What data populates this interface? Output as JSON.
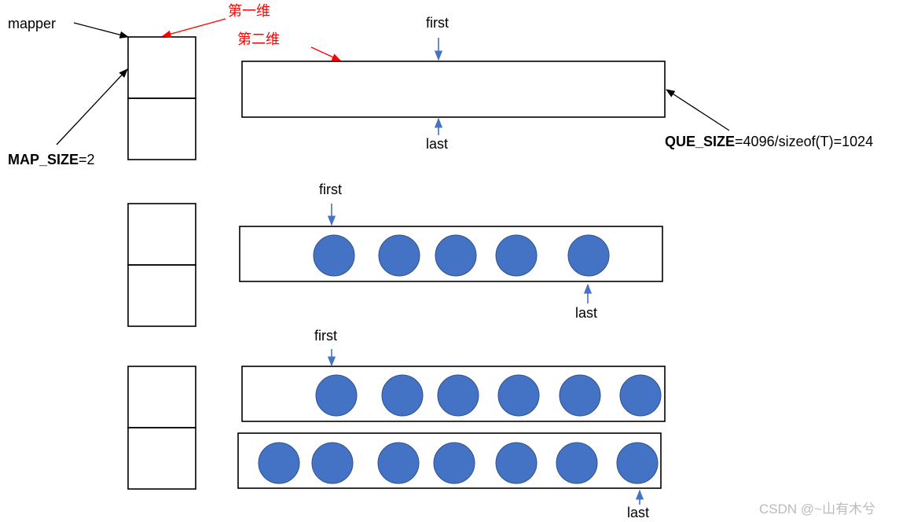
{
  "labels": {
    "mapper": "mapper",
    "dim1": "第一维",
    "dim2": "第二维",
    "map_size_name": "MAP_SIZE",
    "map_size_value": "=2",
    "que_size_name": "QUE_SIZE",
    "que_size_value": "=4096/sizeof(T)=1024",
    "first": "first",
    "last": "last"
  },
  "watermark": "CSDN @~山有木兮",
  "colors": {
    "element_fill": "#4472c4",
    "pointer_arrow": "#4472c4",
    "annotation_red": "#ff0000",
    "outline": "#000000"
  },
  "stages": [
    {
      "map_blocks": 2,
      "buffers": [
        {
          "elements": 0
        }
      ]
    },
    {
      "map_blocks": 2,
      "buffers": [
        {
          "elements": 5
        }
      ]
    },
    {
      "map_blocks": 2,
      "buffers": [
        {
          "elements": 6
        },
        {
          "elements": 7
        }
      ]
    }
  ]
}
